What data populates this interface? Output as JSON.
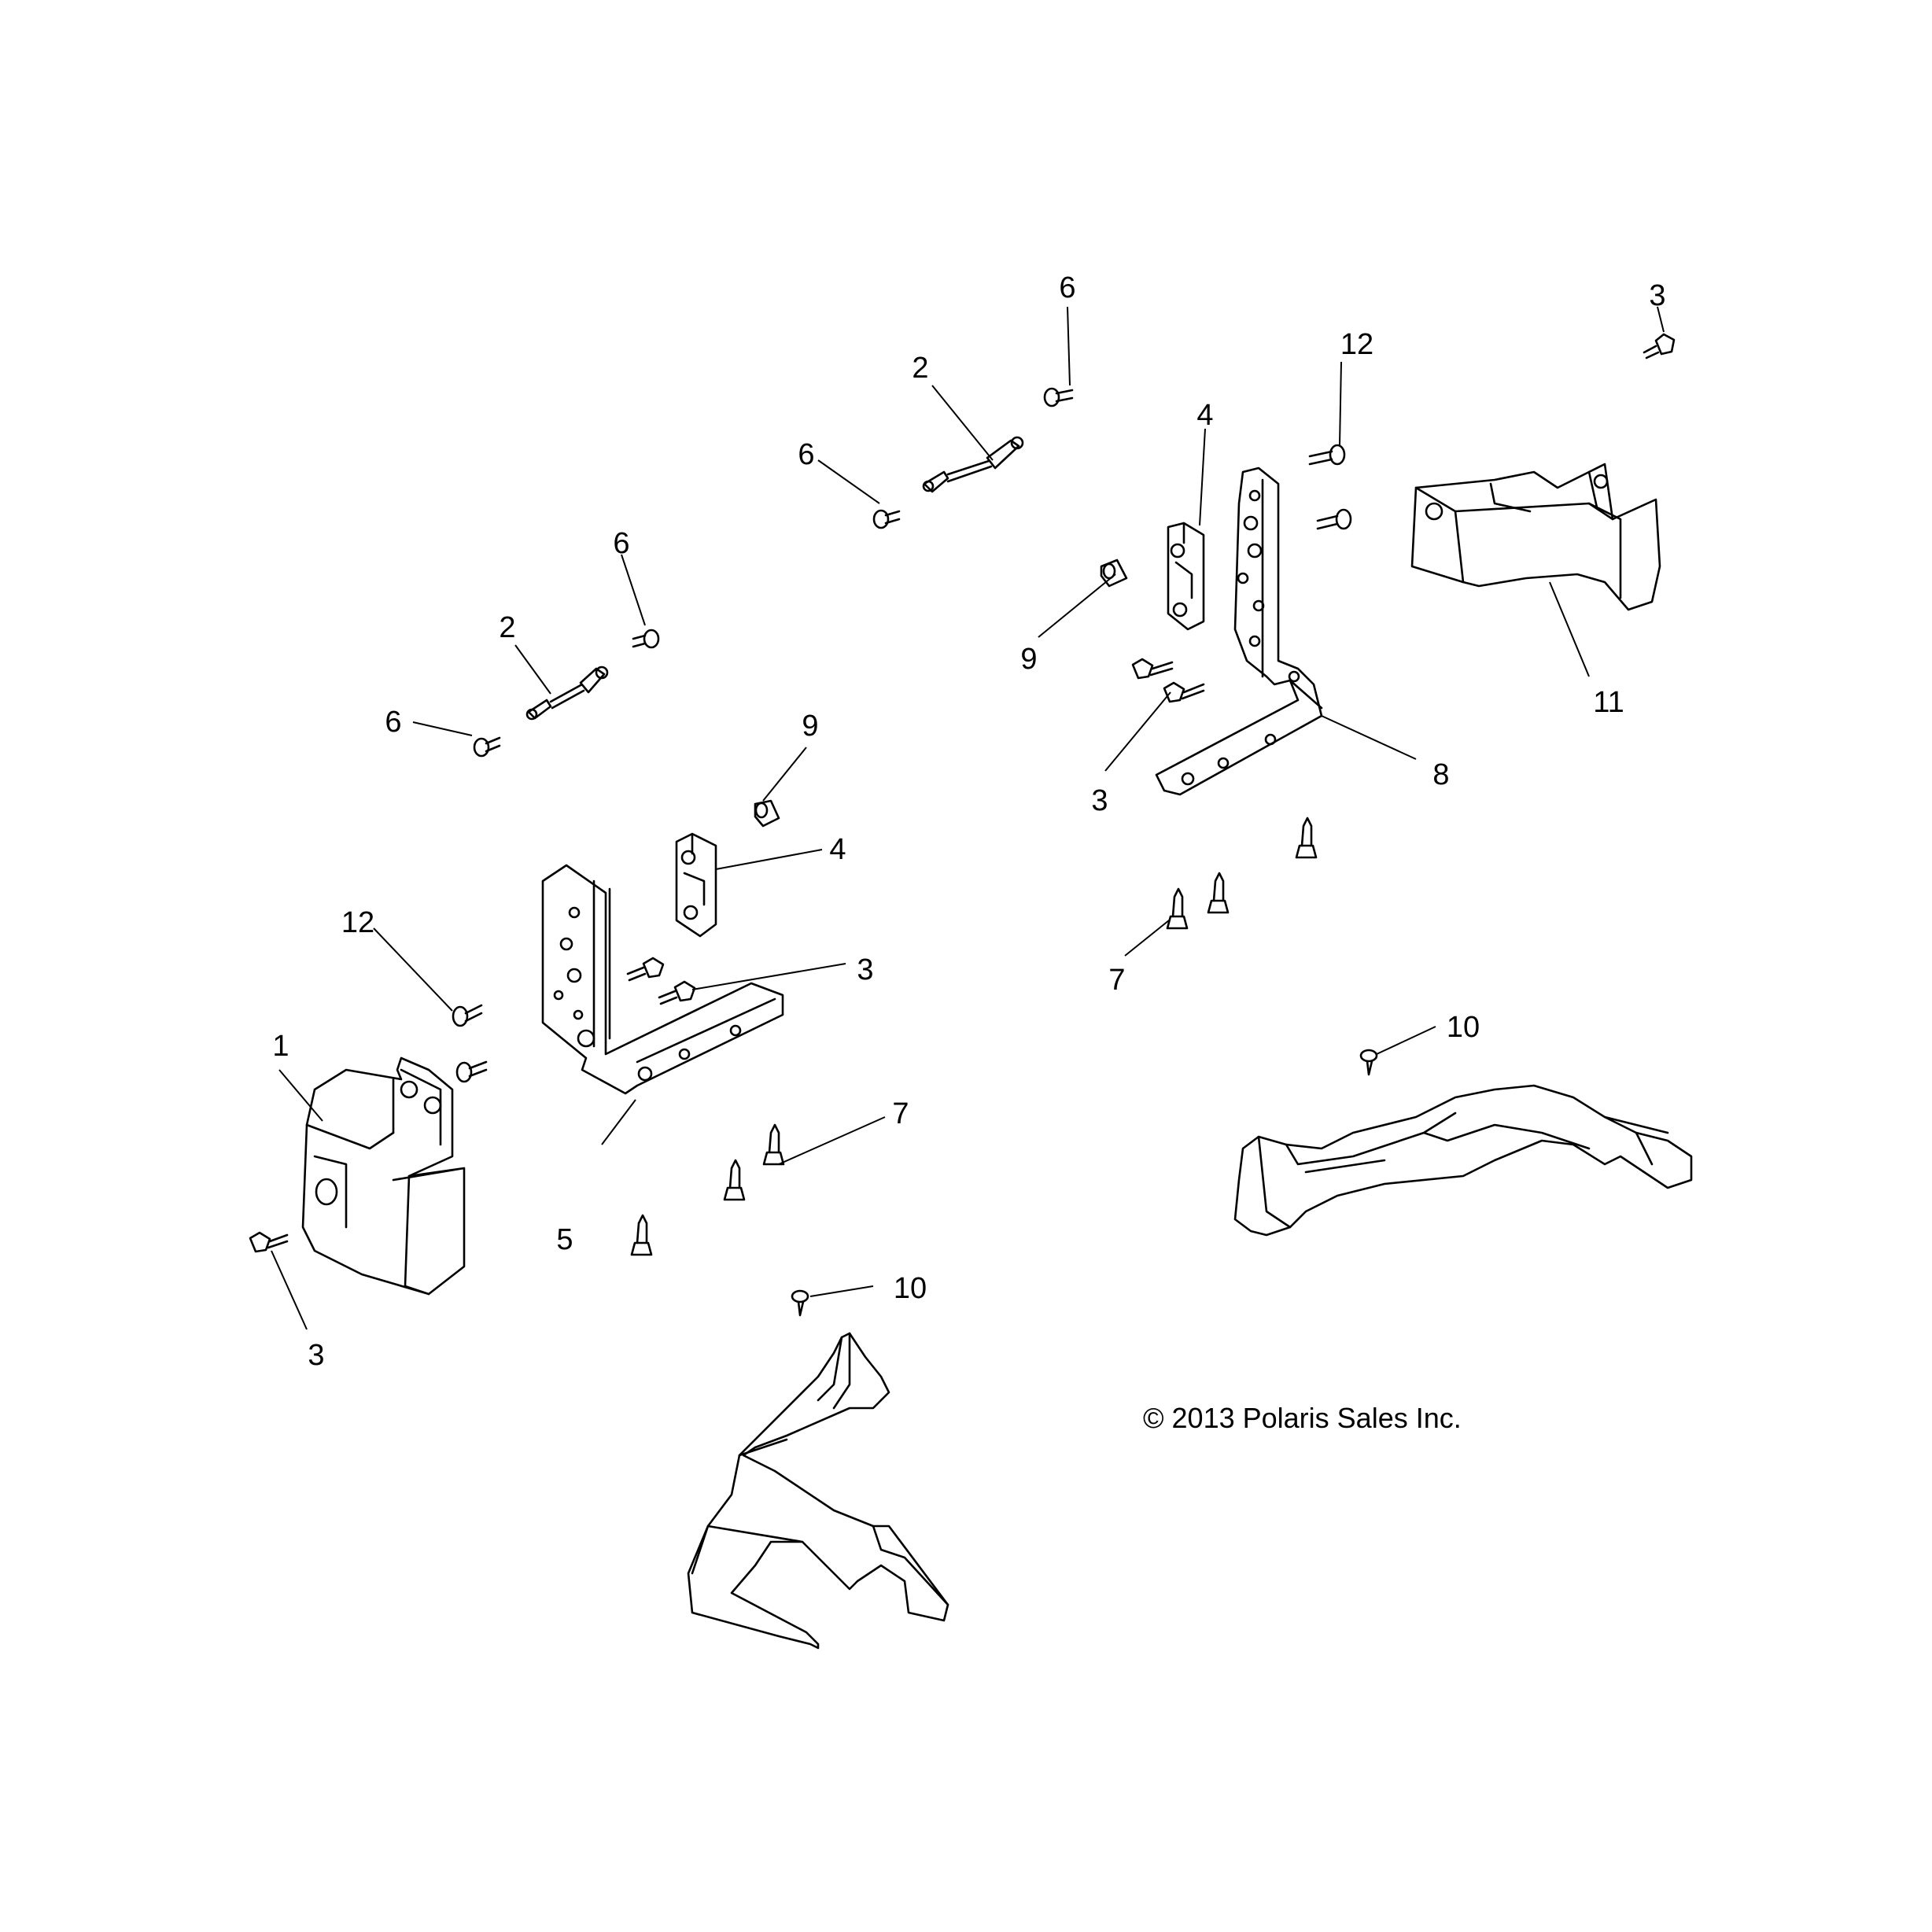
{
  "copyright": "© 2013 Polaris Sales Inc.",
  "callouts": {
    "c1": "1",
    "c2a": "2",
    "c2b": "2",
    "c3a": "3",
    "c3b": "3",
    "c3c": "3",
    "c3d": "3",
    "c4a": "4",
    "c4b": "4",
    "c5": "5",
    "c6a": "6",
    "c6b": "6",
    "c6c": "6",
    "c6d": "6",
    "c7a": "7",
    "c7b": "7",
    "c8": "8",
    "c9a": "9",
    "c9b": "9",
    "c10a": "10",
    "c10b": "10",
    "c11": "11",
    "c12a": "12",
    "c12b": "12"
  }
}
